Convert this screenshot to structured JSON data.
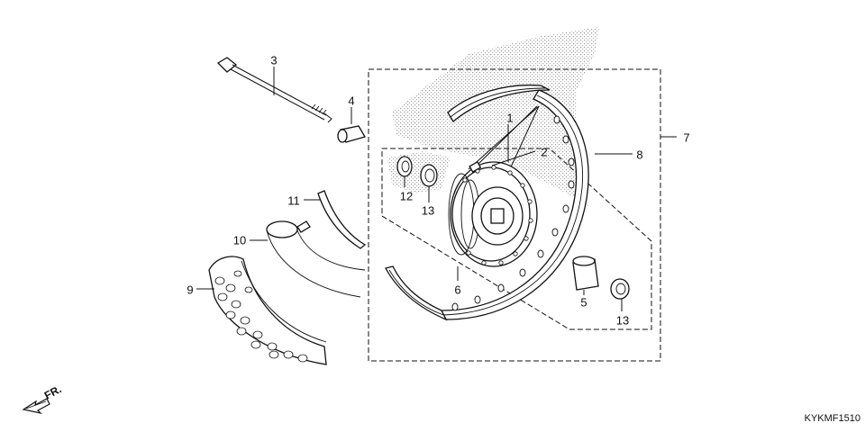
{
  "diagram": {
    "callouts": {
      "c1": "1",
      "c2": "2",
      "c3": "3",
      "c4": "4",
      "c5": "5",
      "c6": "6",
      "c7": "7",
      "c8": "8",
      "c9": "9",
      "c10": "10",
      "c11": "11",
      "c12": "12",
      "c13a": "13",
      "c13b": "13"
    },
    "direction_label": "FR.",
    "diagram_code": "KYKMF1510"
  },
  "colors": {
    "line": "#111111",
    "stipple": "#bfbfbf",
    "background": "#ffffff"
  }
}
